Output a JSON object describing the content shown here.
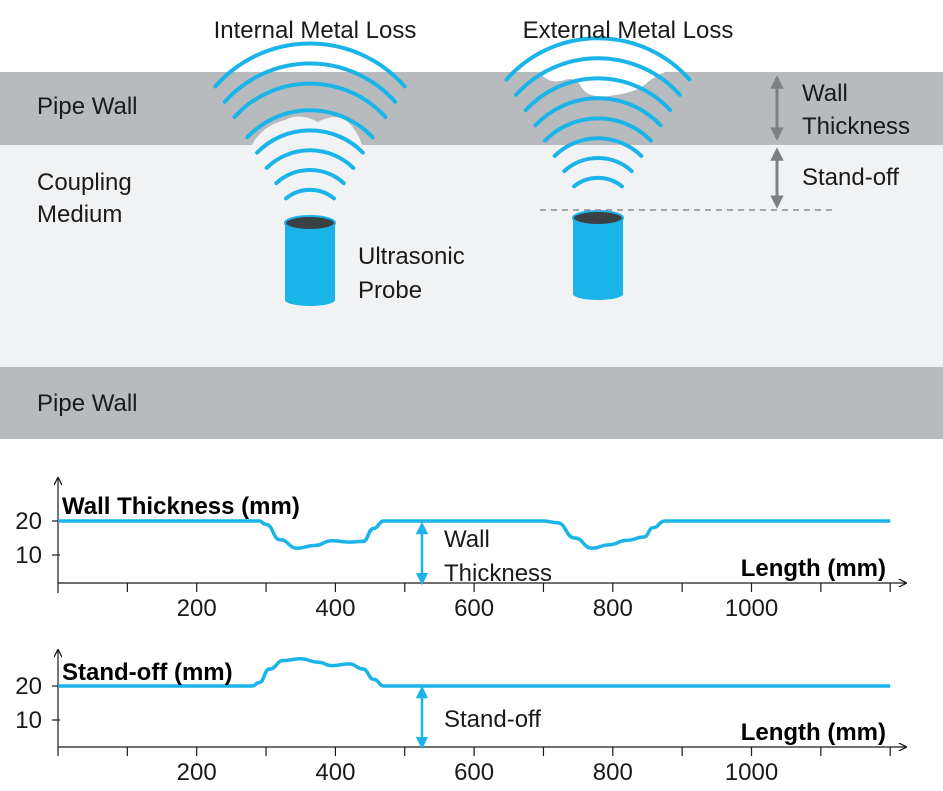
{
  "top": {
    "internal_title": "Internal Metal Loss",
    "external_title": "External Metal Loss",
    "pipe_wall_top": "Pipe Wall",
    "pipe_wall_bottom": "Pipe Wall",
    "coupling_medium": [
      "Coupling",
      "Medium"
    ],
    "probe_label": [
      "Ultrasonic",
      "Probe"
    ],
    "wall_thickness_label": [
      "Wall",
      "Thickness"
    ],
    "standoff_label": "Stand-off"
  },
  "colors": {
    "accent": "#1ab4e8",
    "pipe_wall": "#b8bbbe",
    "medium": "#f1f2f3",
    "probe_top": "#3b4044",
    "arrow": "#7d8184",
    "dashed": "#8a8d90"
  },
  "chart_data": [
    {
      "type": "line",
      "title": "Wall Thickness (mm)",
      "xlabel": "Length (mm)",
      "ylabel": "",
      "x_ticks": [
        "200",
        "400",
        "600",
        "800",
        "1000"
      ],
      "y_ticks": [
        "20",
        "10"
      ],
      "annotation": [
        "Wall",
        "Thickness"
      ],
      "series": [
        {
          "x": [
            0,
            290,
            300,
            320,
            345,
            370,
            395,
            420,
            440,
            455,
            470,
            700,
            720,
            745,
            770,
            795,
            820,
            845,
            858,
            875,
            1200
          ],
          "y": [
            20,
            20,
            19,
            14.5,
            12,
            12.8,
            14.2,
            13.8,
            14,
            17.8,
            20,
            20,
            19.5,
            15,
            12,
            13,
            14.3,
            15.3,
            18,
            20,
            20
          ]
        }
      ]
    },
    {
      "type": "line",
      "title": "Stand-off (mm)",
      "xlabel": "Length (mm)",
      "ylabel": "",
      "x_ticks": [
        "200",
        "400",
        "600",
        "800",
        "1000"
      ],
      "y_ticks": [
        "20",
        "10"
      ],
      "annotation": [
        "Stand-off"
      ],
      "series": [
        {
          "x": [
            0,
            280,
            290,
            305,
            325,
            350,
            375,
            395,
            420,
            440,
            455,
            470,
            1200
          ],
          "y": [
            20,
            20,
            21,
            25,
            27.5,
            28,
            27,
            26,
            26.5,
            25,
            22,
            20,
            20
          ]
        }
      ]
    }
  ]
}
